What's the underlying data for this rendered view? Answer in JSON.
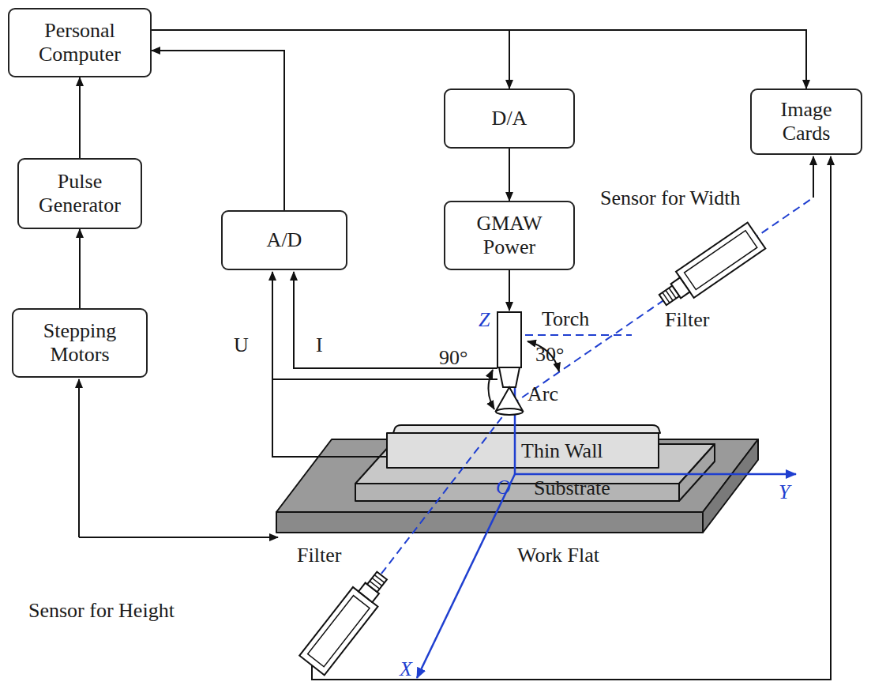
{
  "diagram": {
    "nodes": [
      {
        "text": [
          "Personal Computer"
        ]
      },
      {
        "text": [
          "D/A"
        ]
      },
      {
        "text": [
          "Image Cards"
        ]
      },
      {
        "text": [
          "Pulse Generator"
        ]
      },
      {
        "text": [
          "A/D"
        ]
      },
      {
        "text": [
          "GMAW Power"
        ]
      },
      {
        "text": [
          "Stepping Motors"
        ]
      }
    ],
    "edges": [
      {
        "from": 3,
        "to": 0,
        "arrow": "to"
      },
      {
        "from": 6,
        "to": 3,
        "arrow": "to"
      },
      {
        "from": 4,
        "to": 0,
        "arrow": "to"
      },
      {
        "from": 0,
        "to": 1,
        "arrow": "to"
      },
      {
        "from": 1,
        "to": 5,
        "arrow": "to"
      },
      {
        "from": 0,
        "to": 2,
        "arrow": "to"
      }
    ],
    "labels": [
      "Sensor for Width",
      "Torch",
      "Z",
      "30°",
      "Filter",
      "U",
      "I",
      "90°",
      "Arc",
      "Thin Wall",
      "O",
      "Substrate",
      "Y",
      "Filter",
      "Work Flat",
      "Sensor for Height",
      "X"
    ]
  }
}
